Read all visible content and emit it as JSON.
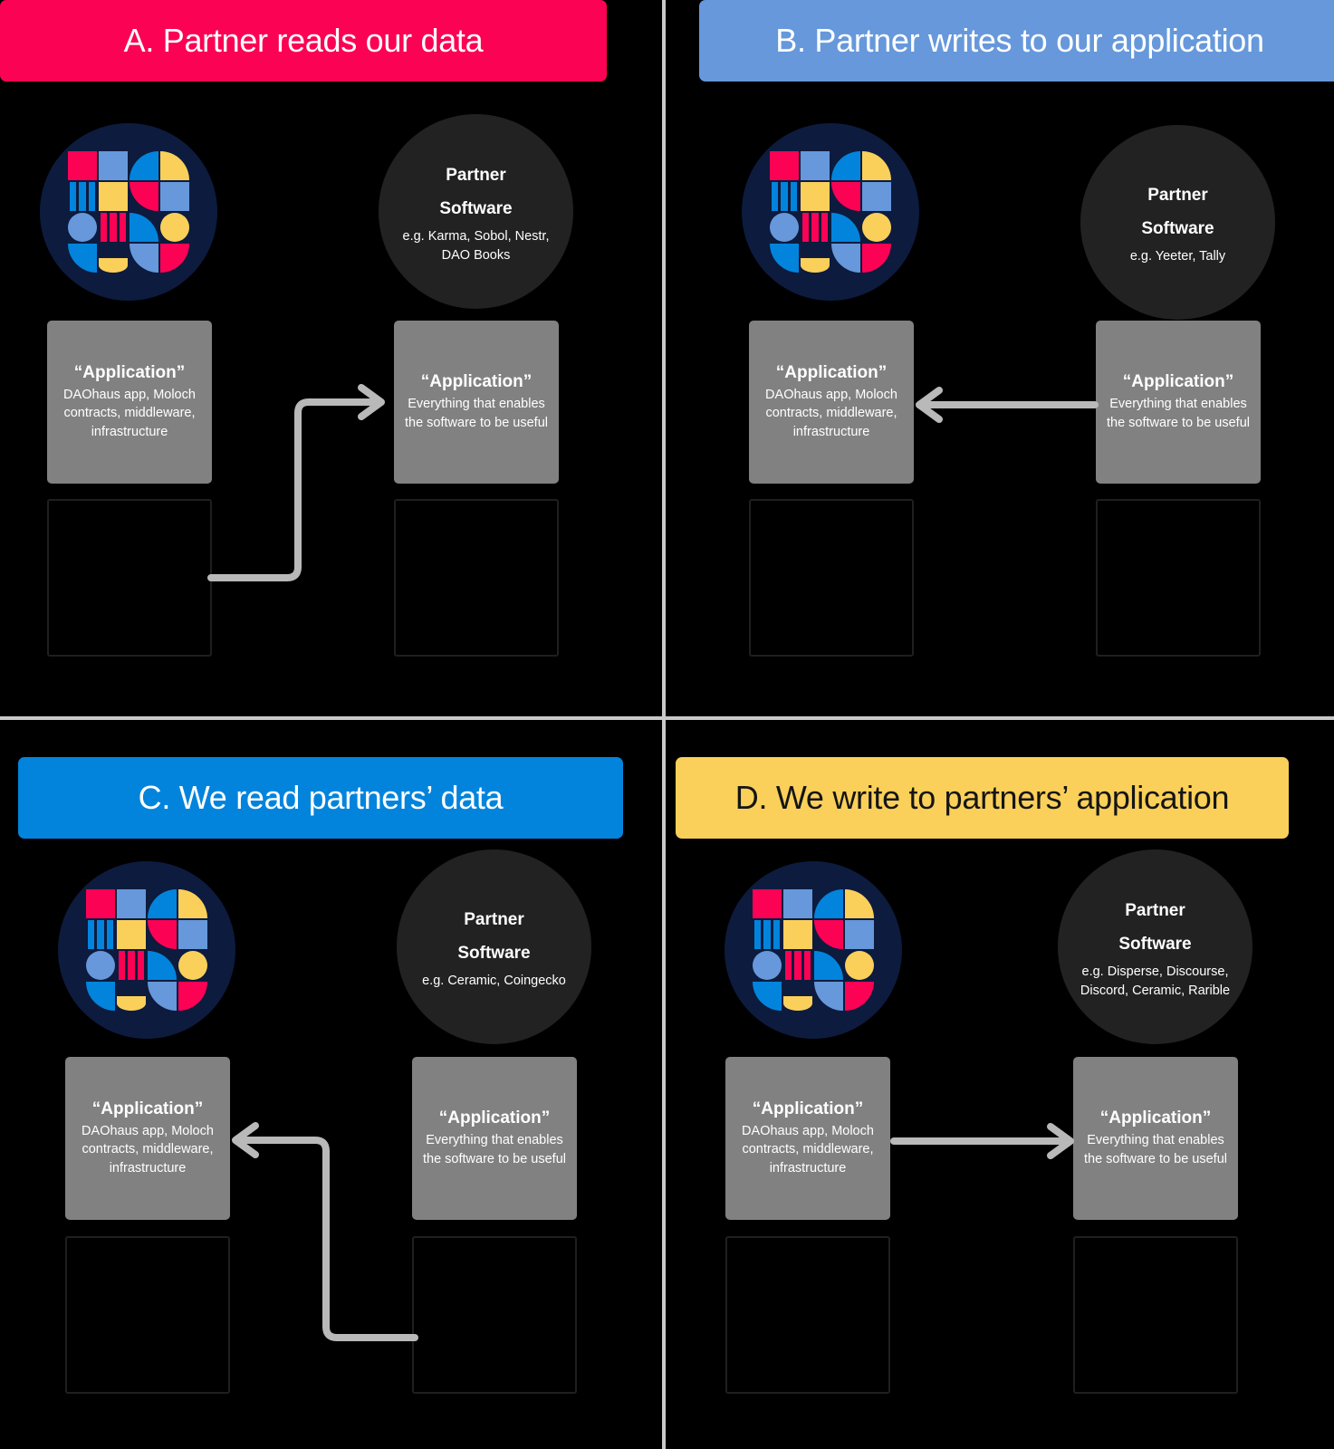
{
  "diagram": {
    "title_hidden": "",
    "colors": {
      "background": "#000000",
      "divider": "#c9c9c9",
      "header_a": "#fb0254",
      "header_b": "#6698db",
      "header_c": "#0284dd",
      "header_d": "#fad05a",
      "logo_circle": "#0d1b3e",
      "partner_circle": "#222222",
      "app_card": "#818181",
      "arrow": "#b9b9b9",
      "logo_pink": "#fb0254",
      "logo_blue_light": "#6698db",
      "logo_blue": "#0284dd",
      "logo_yellow": "#fad05a"
    }
  },
  "quadrants": [
    {
      "id": "A",
      "header": "A. Partner reads our data",
      "partner": {
        "title_line1": "Partner",
        "title_line2": "Software",
        "examples": "e.g. Karma, Sobol, Nestr, DAO Books"
      },
      "left_card": {
        "title": "“Application”",
        "subtitle": "DAOhaus app, Moloch contracts, middleware, infrastructure"
      },
      "right_card": {
        "title": "“Application”",
        "subtitle": "Everything that enables the software to be useful"
      },
      "arrow_direction": "left-bottom-to-right-card"
    },
    {
      "id": "B",
      "header": "B. Partner writes to our application",
      "partner": {
        "title_line1": "Partner",
        "title_line2": "Software",
        "examples": "e.g. Yeeter, Tally"
      },
      "left_card": {
        "title": "“Application”",
        "subtitle": "DAOhaus app, Moloch contracts, middleware, infrastructure"
      },
      "right_card": {
        "title": "“Application”",
        "subtitle": "Everything that enables the software to be useful"
      },
      "arrow_direction": "right-card-to-left-card"
    },
    {
      "id": "C",
      "header": "C. We read partners’ data",
      "partner": {
        "title_line1": "Partner",
        "title_line2": "Software",
        "examples": "e.g. Ceramic, Coingecko"
      },
      "left_card": {
        "title": "“Application”",
        "subtitle": "DAOhaus app, Moloch contracts, middleware, infrastructure"
      },
      "right_card": {
        "title": "“Application”",
        "subtitle": "Everything that enables the software to be useful"
      },
      "arrow_direction": "right-bottom-to-left-card"
    },
    {
      "id": "D",
      "header": "D. We write to partners’ application",
      "partner": {
        "title_line1": "Partner",
        "title_line2": "Software",
        "examples": "e.g. Disperse, Discourse, Discord, Ceramic, Rarible"
      },
      "left_card": {
        "title": "“Application”",
        "subtitle": "DAOhaus app, Moloch contracts, middleware, infrastructure"
      },
      "right_card": {
        "title": "“Application”",
        "subtitle": "Everything that enables the software to be useful"
      },
      "arrow_direction": "left-card-to-right-card"
    }
  ]
}
